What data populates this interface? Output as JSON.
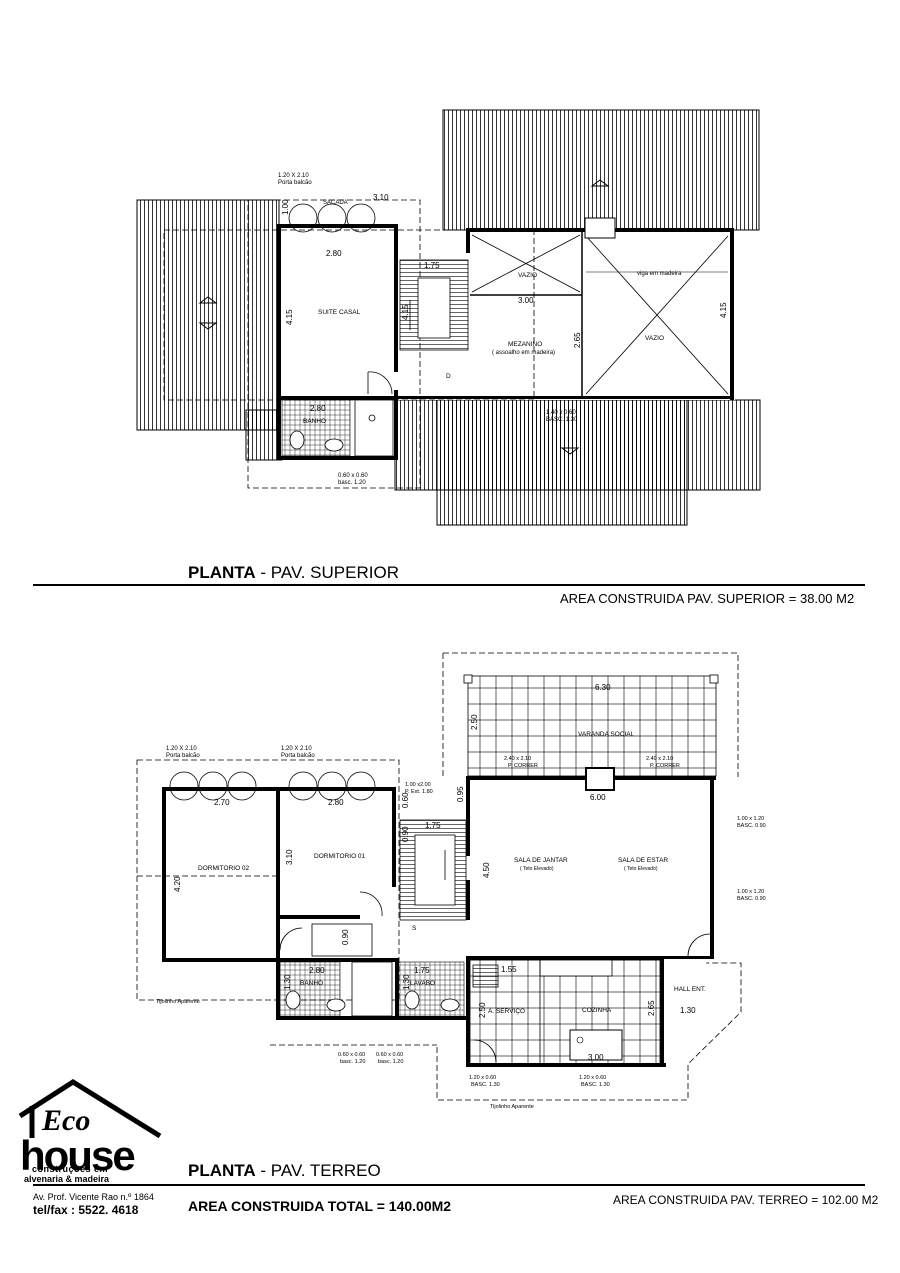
{
  "upper": {
    "title_bold": "PLANTA",
    "title_rest": " - PAV. SUPERIOR",
    "area_text": "AREA CONSTRUIDA PAV. SUPERIOR = 38.00 M2",
    "labels": {
      "porta_balcao_size": "1.20 X 2.10",
      "porta_balcao": "Porta balcão",
      "sacada": "SACADA",
      "dim_310": "3.10",
      "dim_100": "1.00",
      "dim_280a": "2.80",
      "dim_415a": "4.15",
      "suite": "SUITE CASAL",
      "dim_175": "1.75",
      "dim_415b": "4.15",
      "vazio1": "VAZIO",
      "dim_300": "3.00",
      "viga": "viga em madeira",
      "vazio2": "VAZIO",
      "dim_415c": "4.15",
      "mezanino": "MEZANINO",
      "mezanino_sub": "( assoalho em madeira)",
      "dim_265": "2.65",
      "d_mark": "D",
      "dim_280b": "2.80",
      "banho": "BANHO",
      "win_140": "1.40 x 0.60",
      "win_140_basc": "BASC. 1.30",
      "win_060": "0.60 x 0.60",
      "win_060_basc": "basc. 1.20"
    }
  },
  "ground": {
    "title_bold": "PLANTA",
    "title_rest": " - PAV. TERREO",
    "area_text": "AREA CONSTRUIDA PAV. TERREO = 102.00 M2",
    "total_text": "AREA CONSTRUIDA TOTAL = 140.00M2",
    "labels": {
      "dim_630": "6.30",
      "dim_250a": "2.50",
      "varanda": "VARANDA SOCIAL",
      "pc1_size": "2.40 x 2.10",
      "pc1": "P. CORRER",
      "pc2_size": "2.40 x 2.10",
      "pc2": "P. CORRER",
      "dim_600": "6.00",
      "pb1_size": "1.20 X 2.10",
      "pb1": "Porta balcão",
      "pb2_size": "1.20 X 2.10",
      "pb2": "Porta balcão",
      "dim_270": "2.70",
      "dim_280a": "2.80",
      "pe_size": "1.00 x2.00",
      "pe": "P. Ext. 1.80",
      "dim_060": "0.60",
      "dim_095": "0.95",
      "dim_175a": "1.75",
      "dim_090a": "0.90",
      "dorm02": "DORMITORIO 02",
      "dim_310": "3.10",
      "dorm01": "DORMITORIO 01",
      "dim_420": "4.20",
      "dim_450": "4.50",
      "sala_jantar": "SALA DE JANTAR",
      "sala_jantar_sub": "( Teto Elevado)",
      "sala_estar": "SALA DE ESTAR",
      "sala_estar_sub": "( Teto Elevado)",
      "jw1_size": "1.00 x 1.20",
      "jw1": "BASC. 0.90",
      "jw2_size": "1.00 x 1.20",
      "jw2": "BASC. 0.90",
      "s_mark": "S",
      "dim_090b": "0.90",
      "dim_280b": "2.80",
      "banho": "BANHO",
      "dim_130a": "1.30",
      "dim_175b": "1.75",
      "lavabo": "LAVABO",
      "dim_130b": "1.30",
      "dim_155": "1.55",
      "hall": "HALL ENT.",
      "dim_130c": "1.30",
      "dim_250b": "2.50",
      "servico": "A. SERVIÇO",
      "cozinha": "COZINHA",
      "dim_265": "2.65",
      "dim_300": "3.00",
      "tijolinho1": "Tijolinho Aparente",
      "w060a": "0.60 x 0.60",
      "w060a_b": "basc. 1.20",
      "w060b": "0.60 x 0.60",
      "w060b_b": "basc. 1.20",
      "w120a": "1.20 x 0.60",
      "w120a_b": "BASC. 1.30",
      "w120b": "1.20 x 0.60",
      "w120b_b": "BASC. 1.30",
      "tijolinho2": "Tijolinho Aparente"
    }
  },
  "logo": {
    "line1": "Eco",
    "line2": "house",
    "line3": "construções em",
    "line4": "alvenaria & madeira",
    "address": "Av. Prof. Vicente Rao n.º 1864",
    "phone": "tel/fax : 5522. 4618"
  }
}
